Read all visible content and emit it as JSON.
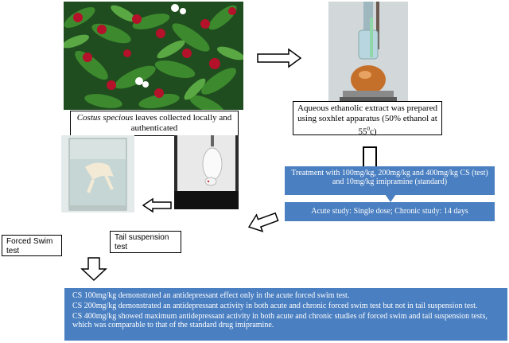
{
  "plant_caption": {
    "species": "Costus specious",
    "rest": " leaves collected locally and authenticated"
  },
  "extract_caption": {
    "line1": "Aqueous ethanolic extract was prepared using soxhlet",
    "line2_prefix": "apparatus (50% ethanol at 55",
    "line2_sup": "0",
    "line2_suffix": "c)"
  },
  "treatment_box": "Treatment with 100mg/kg, 200mg/kg and 400mg/kg CS (test) and 10mg/kg imipramine (standard)",
  "study_box": "Acute study: Single dose; Chronic study: 14 days",
  "forced_swim_label": "Forced Swim test",
  "tail_suspension_label": "Tail suspension test",
  "results": [
    "CS 100mg/kg demonstrated an antidepressant effect only in the acute forced swim test.",
    "CS 200mg/kg demonstrated an antidepressant activity in both acute and chronic forced swim test but not in tail suspension test.",
    "CS 400mg/kg showed maximum antidepressant activity in both acute and chronic studies of forced swim and tail suspension tests, which was comparable to that of the standard drug imipramine."
  ]
}
